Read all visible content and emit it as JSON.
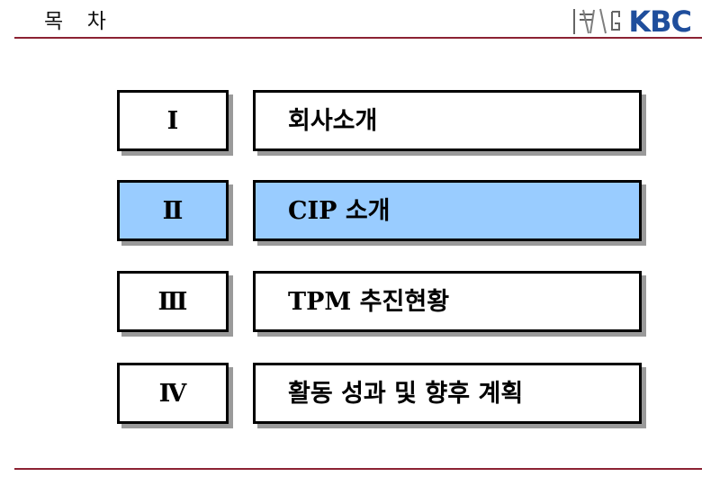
{
  "slide": {
    "title": "목  차",
    "logo": {
      "mark_name": "kbc-emblem",
      "wordmark": "KBC",
      "wordmark_color": "#1F4E9C"
    },
    "rule_color": "#8C2233",
    "highlight_color": "#99CCFF",
    "shadow_color": "#9A9A9A"
  },
  "toc": {
    "rows": [
      {
        "numeral": "Ⅰ",
        "label": "회사소개",
        "highlighted": false
      },
      {
        "numeral": "Ⅱ",
        "label": "CIP 소개",
        "highlighted": true
      },
      {
        "numeral": "Ⅲ",
        "label": "TPM 추진현황",
        "highlighted": false
      },
      {
        "numeral": "Ⅳ",
        "label": "활동 성과 및 향후 계획",
        "highlighted": false
      }
    ]
  }
}
